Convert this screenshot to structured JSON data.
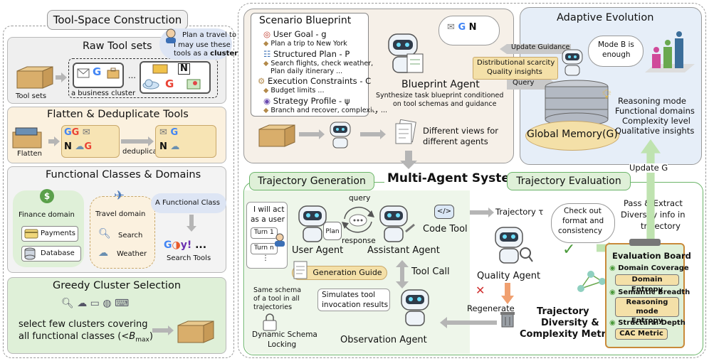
{
  "colors": {
    "green": "#dff0d8",
    "cream": "#fbf1df",
    "blue": "#e6eef8",
    "gray": "#f2f2f2",
    "arrow": "#b5b5b5"
  },
  "left": {
    "title": "Tool-Space Construction",
    "raw": {
      "title": "Raw Tool sets",
      "tool_sets": "Tool sets",
      "cluster": "a business cluster",
      "ellipsis": "...",
      "bubble1": "Plan a travel to",
      "bubble2a": "I may use these",
      "bubble2b": "tools as a",
      "bubble2c": "cluster"
    },
    "flatten": {
      "title": "Flatten & Deduplicate Tools",
      "flatten": "Flatten",
      "dedup": "deduplicate"
    },
    "classes": {
      "title": "Functional Classes & Domains",
      "finance": "Finance domain",
      "payments": "Payments",
      "database": "Database",
      "travel": "Travel domain",
      "search": "Search",
      "weather": "Weather",
      "functional_class": "A Functional Class",
      "search_tools": "Search Tools",
      "dots": "..."
    },
    "greedy": {
      "title": "Greedy Cluster Selection",
      "line1": "select few clusters covering",
      "line2a": "all functional classes (<",
      "bmax": "B",
      "bmax_sub": "max",
      "line2b": ")"
    }
  },
  "blueprint": {
    "title": "Scenario Blueprint",
    "items": [
      {
        "text": "User Goal - g",
        "kind": "head"
      },
      {
        "text": "Plan a trip to New York",
        "kind": "sub"
      },
      {
        "text": "Structured Plan - P",
        "kind": "head"
      },
      {
        "text": "Search flights, check weather,",
        "kind": "sub"
      },
      {
        "text": "Plan daily itinerary ...",
        "kind": "cont"
      },
      {
        "text": "Execution Constraints - C",
        "kind": "head"
      },
      {
        "text": "Budget limits ...",
        "kind": "sub"
      },
      {
        "text": "Strategy Profile - ψ",
        "kind": "head"
      },
      {
        "text": "Branch and recover, complexity ...",
        "kind": "sub"
      }
    ],
    "agent": "Blueprint Agent",
    "agent_desc1": "Synthesize task blueprint conditioned",
    "agent_desc2": "on tool schemas and guidance",
    "views1": "Different views for",
    "views2": "different agents"
  },
  "adaptive": {
    "title": "Adaptive Evolution",
    "update_guidance": "Update Guidance",
    "insights1": "Distributional scarcity",
    "insights2": "Quality insights",
    "query": "Query",
    "mode1": "Mode B is",
    "mode2": "enough",
    "memory": "Global Memory(G)",
    "list": [
      "Reasoning mode",
      "Functional domains",
      "Complexity level",
      "Qualitative insights"
    ],
    "update_g": "Update G"
  },
  "mas": {
    "title": "Multi-Agent System"
  },
  "gen": {
    "title": "Trajectory Generation",
    "user_say1": "I will act",
    "user_say2": "as a user",
    "turn1": "Turn 1",
    "turnn": "Turn n",
    "vdots": "⋮",
    "plan": "Plan",
    "query": "query",
    "response": "response",
    "user_agent": "User Agent",
    "assistant_agent": "Assistant Agent",
    "code_tool": "Code Tool",
    "code_glyph": "</>",
    "guide": "Generation Guide",
    "tool_call": "Tool Call",
    "schema1": "Same schema",
    "schema2": "of a tool in all",
    "schema3": "trajectories",
    "simulates1": "Simulates tool",
    "simulates2": "invocation results",
    "locking1": "Dynamic Schema",
    "locking2": "Locking",
    "observation_agent": "Observation Agent"
  },
  "eval": {
    "title": "Trajectory Evaluation",
    "trajectory": "Trajectory τ",
    "checkout1": "Check out",
    "checkout2": "format and",
    "checkout3": "consistency",
    "pass1": "Pass & Extract",
    "pass2": "Diversity info in",
    "pass3": "trajectory",
    "quality_agent": "Quality Agent",
    "regenerate": "Regenerate",
    "metrics1": "Trajectory",
    "metrics2": "Diversity &",
    "metrics3": "Complexity Metrics",
    "board": "Evaluation Board",
    "domain_coverage": "Domain Coverage",
    "domain_entropy": "Domain Entropy",
    "semantic_breadth": "Semantic Breadth",
    "reasoning_entropy1": "Reasoning mode",
    "reasoning_entropy2": "Entropy",
    "structural_depth": "Structural Depth",
    "cac": "CAC Metric"
  }
}
